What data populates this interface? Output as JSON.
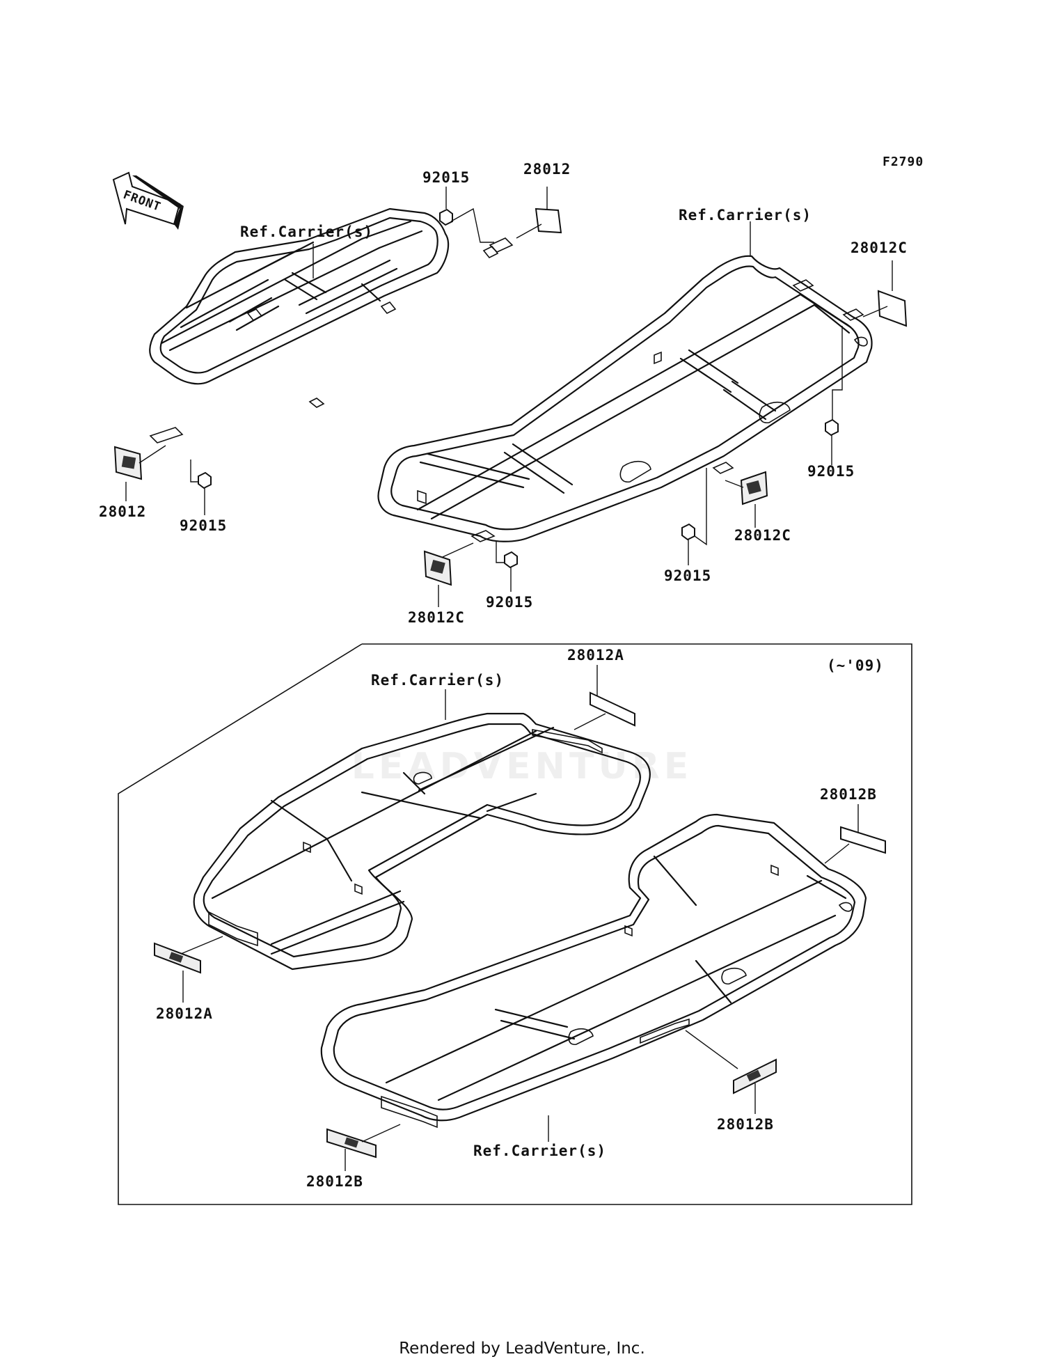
{
  "figure_code": "F2790",
  "front_arrow_label": "FRONT",
  "inset_note": "(~'09)",
  "watermark": "LEADVENTURE",
  "footer": "Rendered by LeadVenture, Inc.",
  "labels": {
    "front_reflector_right": "28012",
    "front_reflector_left": "28012",
    "front_nut_top": "92015",
    "front_nut_bottom": "92015",
    "front_carrier_ref": "Ref.Carrier(s)",
    "rear_carrier_ref": "Ref.Carrier(s)",
    "rear_reflector_top": "28012C",
    "rear_nut_right": "92015",
    "rear_reflector_side": "28012C",
    "rear_nut_mid": "92015",
    "rear_nut_left": "92015",
    "rear_reflector_left": "28012C",
    "inset_front_carrier_ref": "Ref.Carrier(s)",
    "inset_reflector_a_top": "28012A",
    "inset_reflector_a_bottom": "28012A",
    "inset_reflector_b_top": "28012B",
    "inset_reflector_b_side": "28012B",
    "inset_reflector_b_bottom": "28012B",
    "inset_rear_carrier_ref": "Ref.Carrier(s)"
  }
}
